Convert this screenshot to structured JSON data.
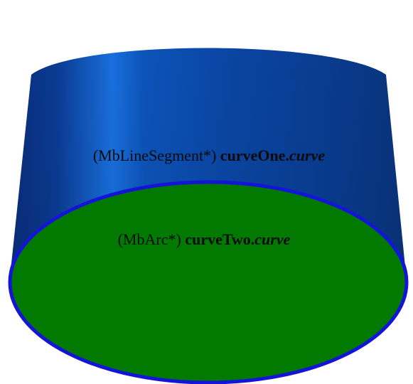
{
  "labels": {
    "line_segment": {
      "prefix": "(MbLineSegment*) ",
      "name": "curveOne.",
      "field": "curve"
    },
    "arc": {
      "prefix": "(MbArc*) ",
      "name": "curveTwo.",
      "field": "curve"
    }
  },
  "colors": {
    "cylinder_side": "#0c4fae",
    "top_face": "#027a02",
    "edge_outline": "#1414d8",
    "text": "#0a0a0a"
  }
}
